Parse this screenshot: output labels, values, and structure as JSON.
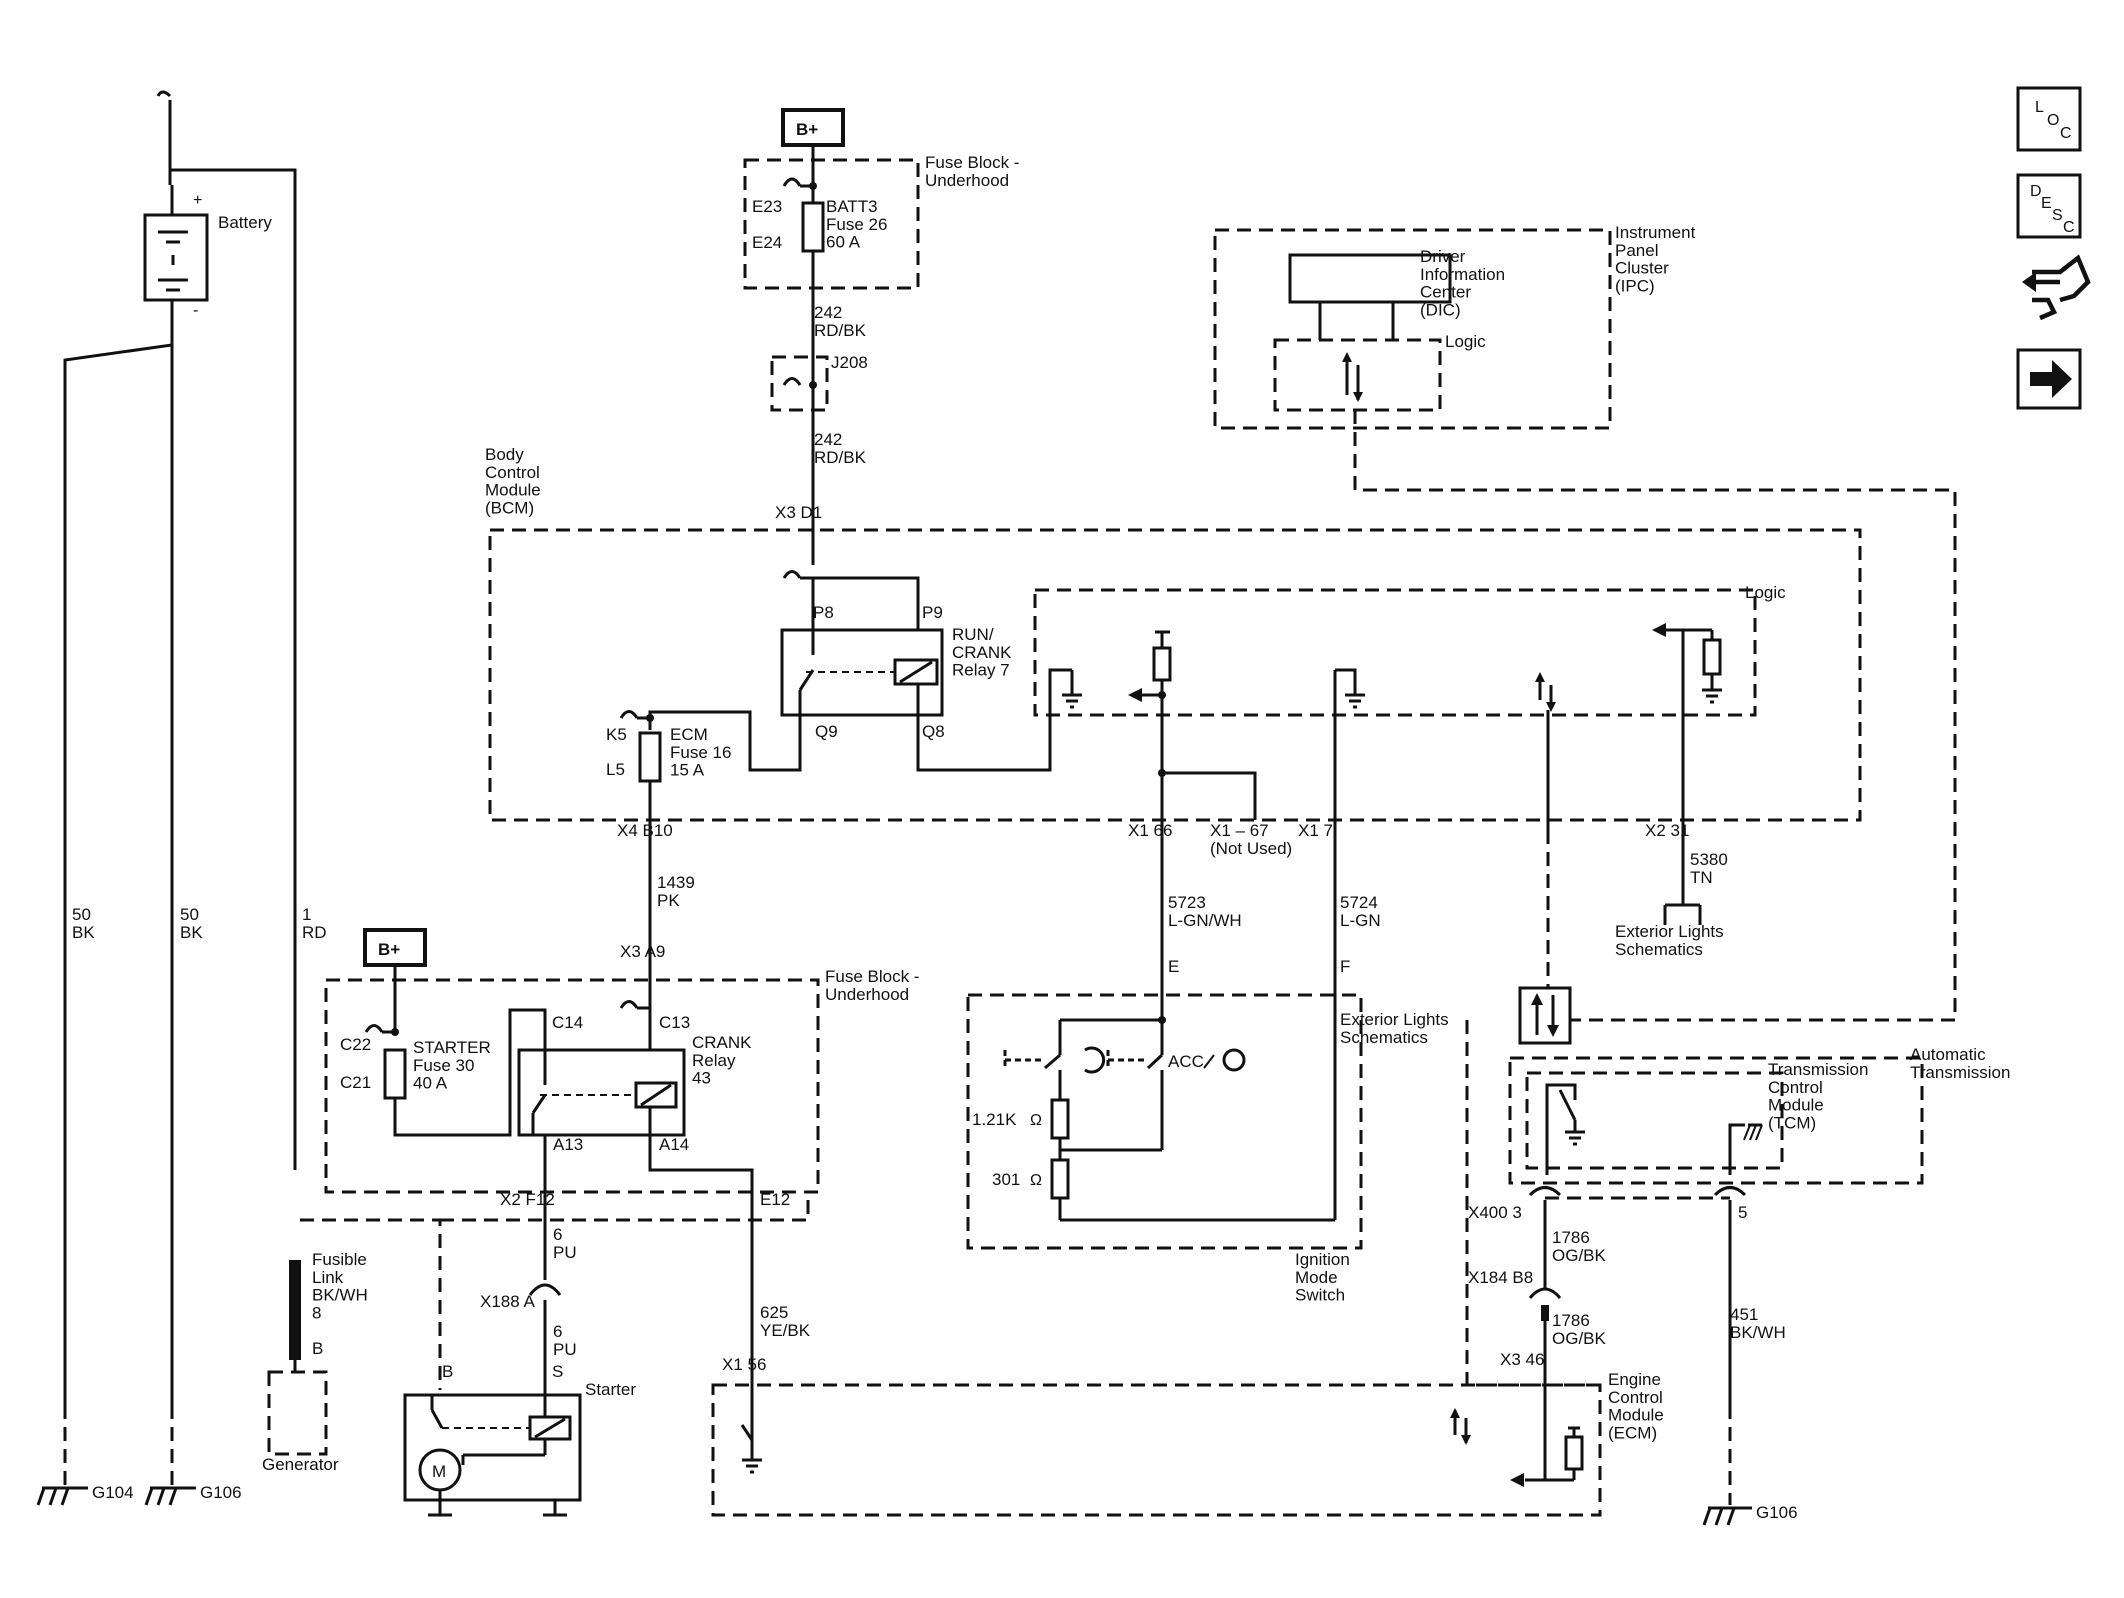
{
  "labels": {
    "battery": "Battery",
    "battery_plus": "+",
    "battery_minus": "-",
    "b_plus_top": "B+",
    "b_plus_left": "B+",
    "fuse_block_underhood_top": "Fuse Block -\nUnderhood",
    "fuse_block_underhood_left": "Fuse Block -\nUnderhood",
    "batt3_fuse": "BATT3\nFuse 26\n60 A",
    "e23": "E23",
    "e24": "E24",
    "wire_242_a": "242\nRD/BK",
    "j208": "J208",
    "wire_242_b": "242\nRD/BK",
    "bcm": "Body\nControl\nModule\n(BCM)",
    "x3_d1": "X3   D1",
    "logic_bcm": "Logic",
    "p8": "P8",
    "p9": "P9",
    "run_crank_relay": "RUN/\nCRANK\nRelay 7",
    "q9": "Q9",
    "q8": "Q8",
    "k5": "K5",
    "l5": "L5",
    "ecm_fuse": "ECM\nFuse 16\n15 A",
    "x4_b10": "X4   B10",
    "x1_66": "X1   66",
    "x1_67": "X1 – 67\n(Not Used)",
    "x1_7": "X1   7",
    "x2_31": "X2   31",
    "wire_1439": "1439\nPK",
    "wire_5723": "5723\nL-GN/WH",
    "wire_5724": "5724\nL-GN",
    "wire_5380": "5380\nTN",
    "exterior_lights_1": "Exterior Lights\nSchematics",
    "exterior_lights_2": "Exterior Lights\nSchematics",
    "ipc": "Instrument\nPanel\nCluster\n(IPC)",
    "dic": "Driver\nInformation\nCenter\n(DIC)",
    "logic_ipc": "Logic",
    "wire_50_bk_1": "50\nBK",
    "wire_50_bk_2": "50\nBK",
    "wire_1_rd": "1\nRD",
    "x3_a9": "X3   A9",
    "starter_fuse": "STARTER\nFuse 30\n40 A",
    "c22": "C22",
    "c21": "C21",
    "c14": "C14",
    "c13": "C13",
    "crank_relay": "CRANK\nRelay\n43",
    "a13": "A13",
    "a14": "A14",
    "x2_f12": "X2   F12",
    "e12": "E12",
    "wire_6_pu_a": "6\nPU",
    "x188_a": "X188      A",
    "wire_6_pu_b": "6\nPU",
    "b_gen": "B",
    "b_starter": "B",
    "s_starter": "S",
    "starter": "Starter",
    "motor": "M",
    "fusible_link": "Fusible\nLink\nBK/WH\n8",
    "generator": "Generator",
    "wire_625": "625\nYE/BK",
    "x1_56": "X1   56",
    "pin_e": "E",
    "pin_f": "F",
    "acc_label": "ACC",
    "res_121k": "1.21K",
    "res_301": "301",
    "ohm": "Ω",
    "ignition_mode_switch": "Ignition\nMode\nSwitch",
    "tcm": "Transmission\nControl\nModule\n(TCM)",
    "automatic_transmission": "Automatic\nTransmission",
    "x400_3": "X400      3",
    "pin_5": "5",
    "wire_1786_a": "1786\nOG/BK",
    "x184_b8": "X184      B8",
    "wire_1786_b": "1786\nOG/BK",
    "x3_46": "X3   46",
    "wire_451": "451\nBK/WH",
    "ecm": "Engine\nControl\nModule\n(ECM)",
    "g104": "G104",
    "g106_left": "G106",
    "g106_right": "G106"
  },
  "sidebar": {
    "loc": {
      "l": "L",
      "o": "O",
      "c": "C"
    },
    "desc": {
      "d": "D",
      "e": "E",
      "s": "S",
      "c": "C"
    },
    "connector_icon": "connector-icon",
    "next_icon": "arrow-right-icon"
  }
}
